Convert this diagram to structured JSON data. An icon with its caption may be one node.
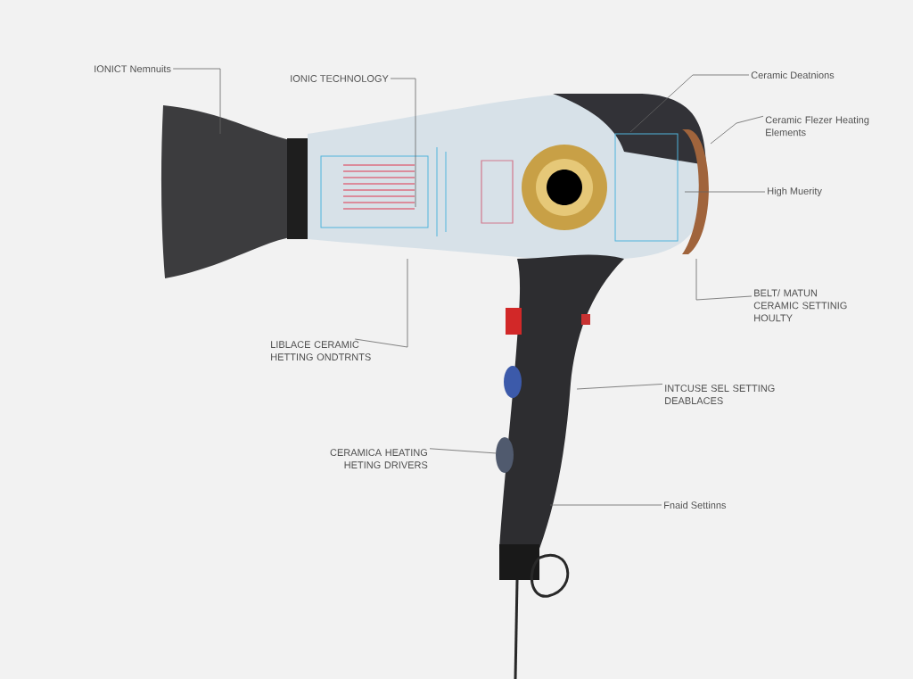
{
  "diagram": {
    "nodes": [
      {
        "text": [
          "IONICT Nemnuits"
        ]
      },
      {
        "text": [
          "IONIC TECHNOLOGY"
        ]
      },
      {
        "text": [
          "Ceramic Deatnions"
        ]
      },
      {
        "text": [
          "Ceramic Flezer Heating Elements"
        ]
      },
      {
        "text": [
          "High Muerity"
        ]
      },
      {
        "text": [
          "BELT/ MATUN CERAMIC SETTINIG HOULTY"
        ]
      },
      {
        "text": [
          "LIBLACE CERAMIC HETTING ONDTRNTS"
        ]
      },
      {
        "text": [
          "INTCUSE SEL SETTING DEABLACES"
        ]
      },
      {
        "text": [
          "CERAMICA HEATING HETING DRIVERS"
        ]
      },
      {
        "text": [
          "Fnaid Settinns"
        ]
      }
    ],
    "edges": [
      {
        "from": 0,
        "to": null,
        "arrow": "none"
      },
      {
        "from": 1,
        "to": null,
        "arrow": "none"
      },
      {
        "from": 2,
        "to": null,
        "arrow": "none"
      },
      {
        "from": 3,
        "to": null,
        "arrow": "none"
      },
      {
        "from": 4,
        "to": null,
        "arrow": "none"
      },
      {
        "from": 5,
        "to": null,
        "arrow": "none"
      },
      {
        "from": 6,
        "to": null,
        "arrow": "none"
      },
      {
        "from": 7,
        "to": null,
        "arrow": "none"
      },
      {
        "from": 8,
        "to": null,
        "arrow": "none"
      },
      {
        "from": 9,
        "to": null,
        "arrow": "none"
      }
    ]
  }
}
